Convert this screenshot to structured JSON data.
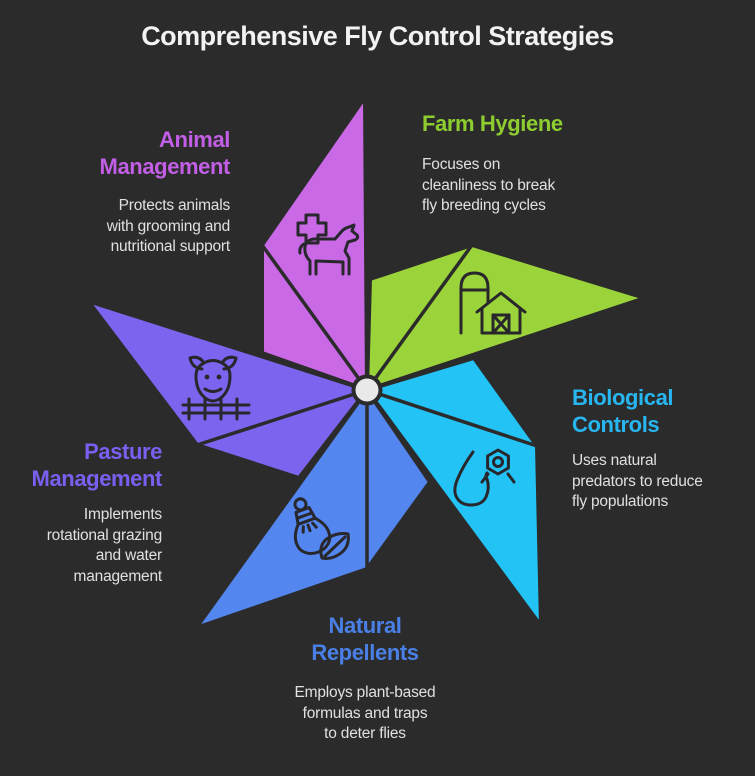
{
  "title": "Comprehensive Fly Control Strategies",
  "colors": {
    "background": "#2b2b2b",
    "title_text": "#f2f2f2",
    "body_text": "#e0e0e0",
    "outline": "#2b2b2b",
    "icon_stroke": "#27272c",
    "hub_fill": "#e9e9e9"
  },
  "strategies": [
    {
      "name": "Animal Management",
      "name_lines": "Animal\nManagement",
      "description": "Protects animals\nwith grooming and\nnutritional support",
      "blade_color": "#c969e6",
      "heading_color": "#c35fe6",
      "icon": "veterinary-cross-livestock-icon"
    },
    {
      "name": "Farm Hygiene",
      "name_lines": "Farm Hygiene",
      "description": "Focuses on\ncleanliness to break\nfly breeding cycles",
      "blade_color": "#9bd43a",
      "heading_color": "#8ecd30",
      "icon": "barn-silo-icon"
    },
    {
      "name": "Biological Controls",
      "name_lines": "Biological\nControls",
      "description": "Uses natural\npredators to reduce\nfly populations",
      "blade_color": "#23c3f6",
      "heading_color": "#27b6f0",
      "icon": "droplet-fly-icon"
    },
    {
      "name": "Natural Repellents",
      "name_lines": "Natural\nRepellents",
      "description": "Employs plant-based\nformulas and traps\nto deter flies",
      "blade_color": "#5486f0",
      "heading_color": "#4a80e6",
      "icon": "spray-bottle-leaf-icon"
    },
    {
      "name": "Pasture Management",
      "name_lines": "Pasture\nManagement",
      "description": "Implements\nrotational grazing\nand water\nmanagement",
      "blade_color": "#7c64ee",
      "heading_color": "#7b5ff0",
      "icon": "cow-fence-icon"
    }
  ]
}
